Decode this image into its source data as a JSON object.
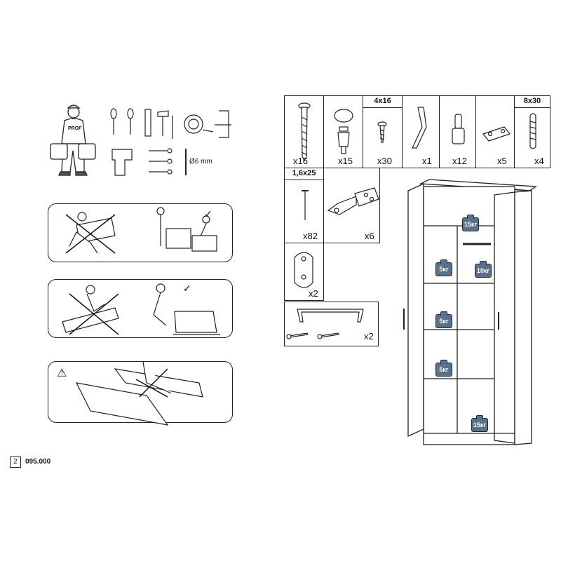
{
  "tools": {
    "worker_badge": "PROF",
    "drill_bit_label": "Ø6 mm"
  },
  "hardware": [
    {
      "id": "long-screw",
      "dimension": "",
      "quantity": "x16",
      "icon": "long-screw-icon"
    },
    {
      "id": "cam-lock",
      "dimension": "",
      "quantity": "x15",
      "icon": "cam-lock-icon"
    },
    {
      "id": "small-screw",
      "dimension": "4x16",
      "quantity": "x30",
      "icon": "small-screw-icon"
    },
    {
      "id": "allen-key",
      "dimension": "",
      "quantity": "x1",
      "icon": "allen-key-icon"
    },
    {
      "id": "shelf-pin",
      "dimension": "",
      "quantity": "x12",
      "icon": "shelf-pin-icon"
    },
    {
      "id": "bracket",
      "dimension": "",
      "quantity": "x5",
      "icon": "bracket-icon"
    },
    {
      "id": "dowel",
      "dimension": "8x30",
      "quantity": "x4",
      "icon": "dowel-icon"
    },
    {
      "id": "nail",
      "dimension": "1,6x25",
      "quantity": "x82",
      "icon": "nail-icon"
    },
    {
      "id": "hinge",
      "dimension": "",
      "quantity": "x6",
      "icon": "hinge-icon"
    },
    {
      "id": "hook",
      "dimension": "",
      "quantity": "x2",
      "icon": "hook-icon"
    },
    {
      "id": "handle",
      "dimension": "",
      "quantity": "x2",
      "icon": "handle-icon"
    }
  ],
  "weights": {
    "top_shelf": "15кг",
    "left_1": "5кг",
    "rail": "10кг",
    "left_2": "5кг",
    "left_3": "5кг",
    "bottom": "15кг"
  },
  "footer": {
    "page_number": "2",
    "product_code": "095.000"
  }
}
